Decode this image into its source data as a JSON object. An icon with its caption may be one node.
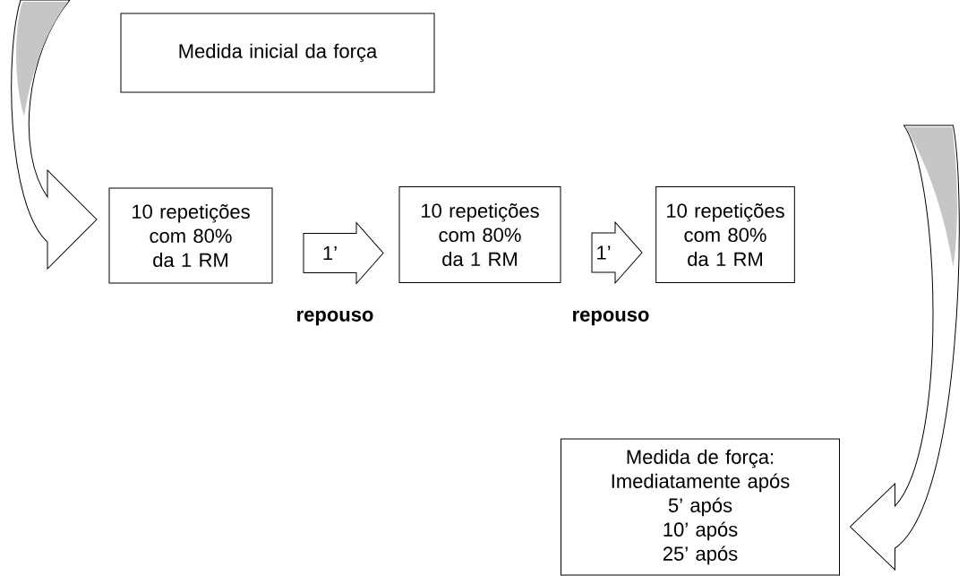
{
  "diagram": {
    "nodes": [
      {
        "text": [
          "Medida inicial da força"
        ]
      },
      {
        "text": [
          "10 repetições com 80% da 1 RM"
        ]
      },
      {
        "text": [
          "10 repetições com 80% da 1 RM"
        ]
      },
      {
        "text": [
          "10 repetições com 80% da 1 RM"
        ]
      },
      {
        "text": [
          "Medida de força:",
          "Imediatamente após",
          "5’ após",
          "10’ após",
          "25’ após"
        ]
      }
    ],
    "edges": [
      {
        "from": null,
        "to": 1,
        "arrow": "to"
      },
      {
        "from": 1,
        "to": 2,
        "arrow": "to",
        "label": "1’"
      },
      {
        "from": 2,
        "to": 3,
        "arrow": "to",
        "label": "1’"
      },
      {
        "from": null,
        "to": 4,
        "arrow": "to"
      }
    ],
    "labels": [
      "repouso",
      "repouso"
    ]
  }
}
